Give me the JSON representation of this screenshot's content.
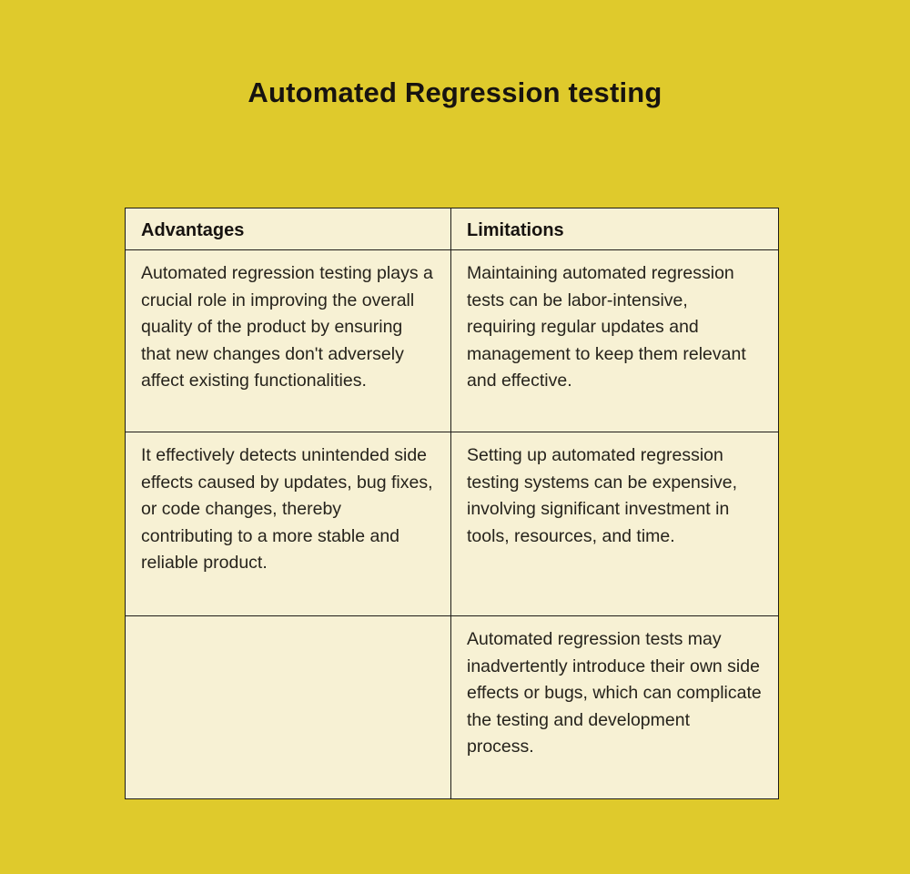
{
  "page": {
    "title": "Automated Regression testing"
  },
  "colors": {
    "background": "#dfca2c",
    "table_cell_background": "#f7f1d4",
    "table_border": "#1e1c18",
    "title_text": "#171310",
    "body_text": "#26231c"
  },
  "table": {
    "headers": [
      "Advantages",
      "Limitations"
    ],
    "rows": [
      {
        "advantage": "Automated regression testing plays a crucial role in improving the overall quality of the product by ensuring that new changes don't adversely affect existing functionalities.",
        "limitation": "Maintaining automated regression tests can be labor-intensive, requiring regular updates and management to keep them relevant and effective."
      },
      {
        "advantage": "It effectively detects unintended side effects caused by updates, bug fixes, or code changes, thereby contributing to a more stable and reliable product.",
        "limitation": "Setting up automated regression testing systems can be expensive, involving significant investment in tools, resources, and time."
      },
      {
        "advantage": "",
        "limitation": "Automated regression tests may inadvertently introduce their own side effects or bugs, which can complicate the testing and development process."
      }
    ]
  }
}
